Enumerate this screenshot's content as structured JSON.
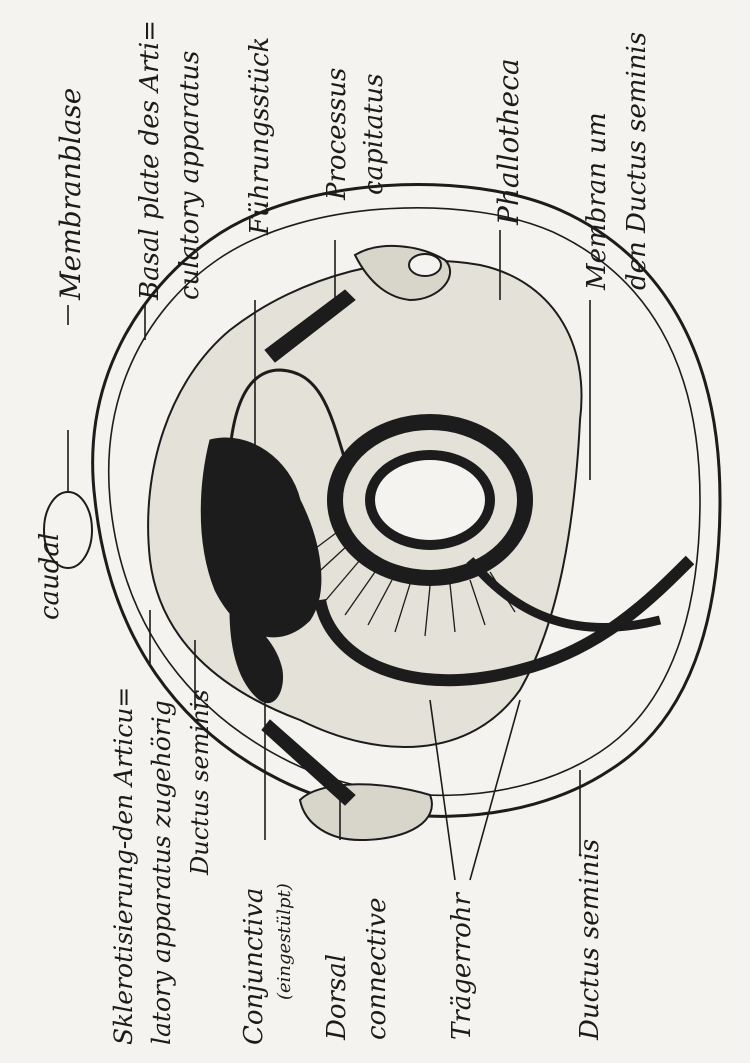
{
  "figure": {
    "labels": {
      "caudal": "caudal",
      "membranblase": "Membranblase",
      "basal_plate_1": "Basal plate des Arti=",
      "basal_plate_2": "culatory apparatus",
      "fuehrungsstueck": "Führungsstück",
      "processus_1": "Processus",
      "processus_2": "capitatus",
      "phallotheca": "Phallotheca",
      "membran_1": "Membran um",
      "membran_2": "den Ductus seminis",
      "sklero_1": "Sklerotisierung-den Articu=",
      "sklero_2": "latory apparatus zugehörig",
      "ductus_left": "Ductus seminis",
      "conjunctiva_1": "Conjunctiva",
      "conjunctiva_2": "(eingestülpt)",
      "dorsal_1": "Dorsal",
      "dorsal_2": "connective",
      "traegerrohr": "Trägerrohr",
      "ductus_bottom": "Ductus seminis"
    },
    "colors": {
      "ink": "#1c1c1c",
      "paper": "#f4f3ef"
    }
  }
}
